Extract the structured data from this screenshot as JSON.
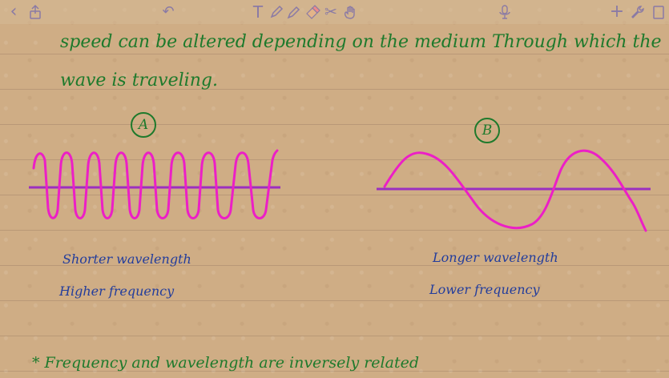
{
  "toolbar": {
    "items": [
      {
        "name": "back-icon",
        "glyph": "‹"
      },
      {
        "name": "share-icon",
        "glyph": ""
      },
      {
        "name": "undo-icon",
        "glyph": "↶"
      },
      {
        "name": "text-tool-icon",
        "glyph": "T"
      },
      {
        "name": "pen-tool-icon",
        "glyph": ""
      },
      {
        "name": "highlighter-tool-icon",
        "glyph": ""
      },
      {
        "name": "eraser-tool-icon",
        "glyph": ""
      },
      {
        "name": "scissors-tool-icon",
        "glyph": "✂"
      },
      {
        "name": "hand-tool-icon",
        "glyph": ""
      },
      {
        "name": "microphone-icon",
        "glyph": ""
      },
      {
        "name": "add-icon",
        "glyph": "+"
      },
      {
        "name": "wrench-icon",
        "glyph": ""
      },
      {
        "name": "page-icon",
        "glyph": ""
      }
    ],
    "colors": {
      "icon": "#8a7aa5",
      "eraser": "#e0b080"
    }
  },
  "note": {
    "line1": "speed can be altered depending on the medium Through which the",
    "line2": "wave is traveling.",
    "label_a": "A",
    "label_b": "B",
    "wave_a_text_1": "Shorter wavelength",
    "wave_a_text_2": "Higher frequency",
    "wave_b_text_1": "Longer wavelength",
    "wave_b_text_2": "Lower frequency",
    "conclusion": "* Frequency and wavelength are inversely related"
  },
  "colors": {
    "paper": "#cfad85",
    "rule_line": "#b99877",
    "green_ink": "#1e7a2c",
    "blue_ink": "#233d9c",
    "wave_ink": "#ec1fc6",
    "axis_ink": "#9b2fc0"
  }
}
